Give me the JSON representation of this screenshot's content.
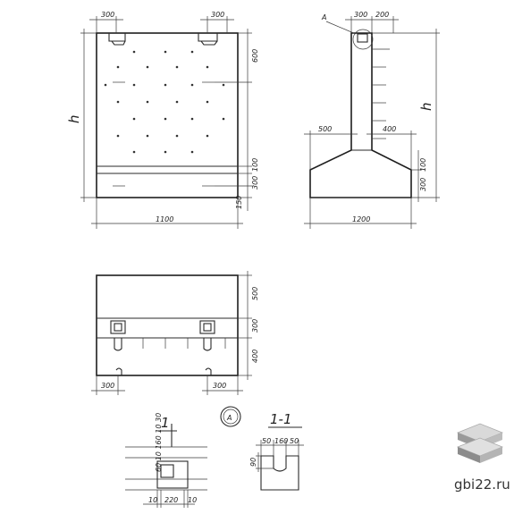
{
  "front_view": {
    "dim_top_left": "300",
    "dim_top_right": "300",
    "dim_right_upper": "600",
    "dim_right_mid": "100",
    "dim_right_low": "300",
    "dim_right_bottom": "150",
    "dim_height": "h",
    "dim_width": "1100"
  },
  "side_view": {
    "callout": "A",
    "dim_top_a": "300",
    "dim_top_b": "200",
    "dim_height": "h",
    "dim_flange": "500",
    "dim_toe": "400",
    "dim_right_mid": "100",
    "dim_right_low": "300",
    "dim_base": "1200"
  },
  "plan_view": {
    "dim_right_top": "500",
    "dim_right_mid": "300",
    "dim_right_low": "400",
    "dim_left": "300",
    "dim_right": "300"
  },
  "detail_a": {
    "section_mark": "1",
    "labels_vertical": "60 10 160 10 30",
    "dim_10a": "10",
    "dim_220": "220",
    "dim_10b": "10"
  },
  "callout_circle": {
    "label": "A"
  },
  "section_11": {
    "title": "1-1",
    "dim_50a": "50",
    "dim_160": "160",
    "dim_50b": "50",
    "dim_90": "90"
  },
  "watermark": {
    "text": "gbi22.ru",
    "logo_icon": "stacked-slabs-icon"
  }
}
